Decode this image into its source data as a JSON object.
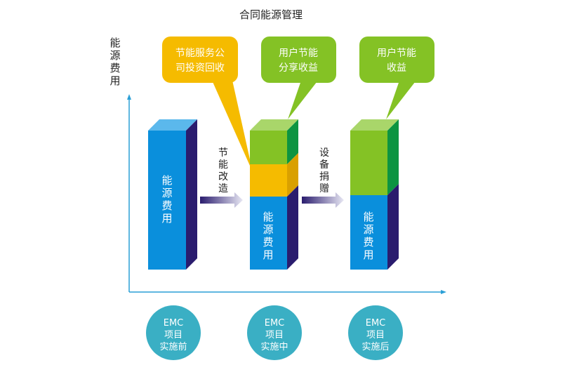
{
  "title": "合同能源管理",
  "y_axis_label": [
    "能",
    "源",
    "费",
    "用"
  ],
  "bars": [
    {
      "label": [
        "能",
        "源",
        "费",
        "用"
      ]
    },
    {
      "label": [
        "能",
        "源",
        "费",
        "用"
      ]
    },
    {
      "label": [
        "能",
        "源",
        "费",
        "用"
      ]
    }
  ],
  "callouts": [
    {
      "lines": [
        "节能服务公",
        "司投资回收"
      ],
      "color": "#f5bb00"
    },
    {
      "lines": [
        "用户节能",
        "分享收益"
      ],
      "color": "#84c225"
    },
    {
      "lines": [
        "用户节能",
        "收益"
      ],
      "color": "#84c225"
    }
  ],
  "arrows": [
    {
      "label": [
        "节",
        "能",
        "改",
        "造"
      ]
    },
    {
      "label": [
        "设",
        "备",
        "捐",
        "赠"
      ]
    }
  ],
  "stages": [
    {
      "lines": [
        "EMC",
        "项目",
        "实施前"
      ]
    },
    {
      "lines": [
        "EMC",
        "项目",
        "实施中"
      ]
    },
    {
      "lines": [
        "EMC",
        "项目",
        "实施后"
      ]
    }
  ],
  "colors": {
    "blue": "#0a8fdc",
    "navy": "#2a1c6e",
    "green": "#84c225",
    "dark_green": "#0d9441",
    "yellow": "#f5bb00",
    "circle": "#3aafc4",
    "axis": "#2a9fd6"
  }
}
